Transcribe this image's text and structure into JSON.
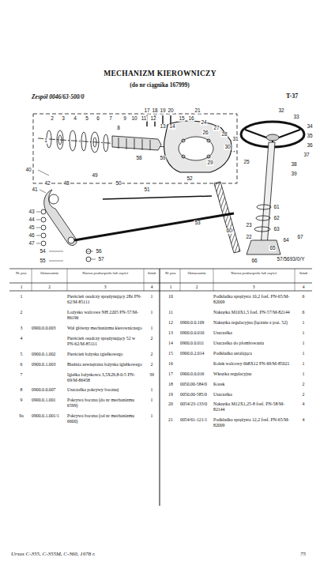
{
  "diagram": {
    "title": "MECHANIZM KIEROWNICZY",
    "labels": [
      "(do nr ciągnika 167999)",
      "Zespół 0046/63-500/0",
      "T-37",
      "1",
      "2",
      "3",
      "4",
      "5",
      "6",
      "7",
      "8",
      "9",
      "10",
      "11",
      "12",
      "13",
      "14",
      "15",
      "16",
      "17",
      "18",
      "19",
      "20",
      "21",
      "22",
      "23",
      "24",
      "25",
      "26",
      "27",
      "28",
      "29",
      "30",
      "31",
      "32",
      "33",
      "34",
      "35",
      "36",
      "37",
      "38",
      "39",
      "40",
      "41",
      "42",
      "43",
      "44",
      "45",
      "46",
      "47",
      "48",
      "49",
      "50",
      "51",
      "52",
      "53",
      "54",
      "55",
      "56",
      "57",
      "58",
      "59",
      "60",
      "61",
      "62",
      "63",
      "64",
      "65",
      "66",
      "67",
      "57/5693/0/Y",
      "Nr poz.",
      "Oznaczenie",
      "Nazwa podzespołu lub części",
      "Sztuk",
      "Nr poz.",
      "Oznaczenie",
      "Nazwa podzespołu lub części",
      "Sztuk",
      "1",
      "2",
      "3",
      "4",
      "1",
      "2",
      "3",
      "4",
      "1",
      "Pierścień osadczy sprężynujący 28z PN-62/M-85111",
      "1",
      "2",
      "Łożysko walcowe NH 2205 PN-57/M-86196",
      "1",
      "3",
      "0900.0.0.003",
      "Wał główny mechanizmu kierowniczego",
      "1",
      "4",
      "Pierścień osadczy sprężynujący 52 w PN-62/M-85111",
      "2",
      "5",
      "0900.0.1.002",
      "Pierścień łożyska igiełkowego",
      "2",
      "6",
      "0900.0.1.003",
      "Bieżnia zewnętrzna łożyska igiełkowego",
      "2",
      "7",
      "Igiełka łożyskowa 3,5X29,8-0-5 PN-69/M-86458",
      "39",
      "8",
      "0900.0.0.007",
      "Uszczelka pokrywy bocznej",
      "1",
      "9",
      "0900.0.1.001",
      "Pokrywa boczna (do nr mechanizmu 6599)",
      "1",
      "9a",
      "0900.0.1.001/1",
      "Pokrywa boczna (od nr mechanizmu 6600)",
      "1",
      "10",
      "Podkładka sprężysta 10,2 fosf. PN-65/M-82009",
      "6",
      "11",
      "Nakrętka M10X1,5 fosf. PN-57/M-82144",
      "6",
      "12",
      "0900.0.0.109",
      "Nakrętka regulacyjna (łącznie z poz. 52)",
      "1",
      "13",
      "0900.0.0.010",
      "Uszczelka",
      "1",
      "14",
      "0900.0.0.011",
      "Uszczelka do plombowania",
      "1",
      "15",
      "0900.0.2.014",
      "Podkładka ustalająca",
      "1",
      "16",
      "Kołek walcowy 6h8X12 PN-69/M-85021",
      "1",
      "17",
      "0900.0.0.016",
      "Wkrętka regulacyjna",
      "1",
      "18",
      "0050.00-584/0",
      "Korek",
      "2",
      "19",
      "0050.00-585/0",
      "Uszczelka",
      "2",
      "20",
      "0054/23-133/0",
      "Nakrętka M12X1,25-8 fosf. PN-58/M-82144",
      "4",
      "21",
      "0054/61-121/1",
      "Podkładka sprężysta 12,2 fosf. PN-65/M-82009",
      "4",
      "Ursus C-355, C-355M, C-360, 1978 r.",
      "75"
    ]
  }
}
